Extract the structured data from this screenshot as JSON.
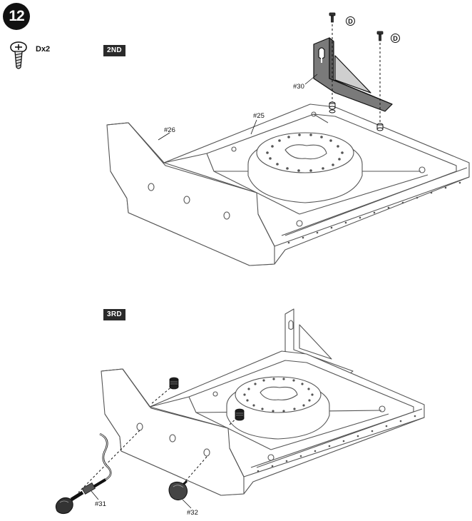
{
  "step": {
    "number": "12"
  },
  "hardware": {
    "qty_label": "Dx2",
    "icon": "screw-icon"
  },
  "phases": [
    {
      "label": "2ND"
    },
    {
      "label": "3RD"
    }
  ],
  "callouts": {
    "screw_d_1": "D",
    "screw_d_2": "D",
    "part_30": "#30",
    "part_25": "#25",
    "part_26": "#26",
    "part_31": "#31",
    "part_32": "#32"
  }
}
